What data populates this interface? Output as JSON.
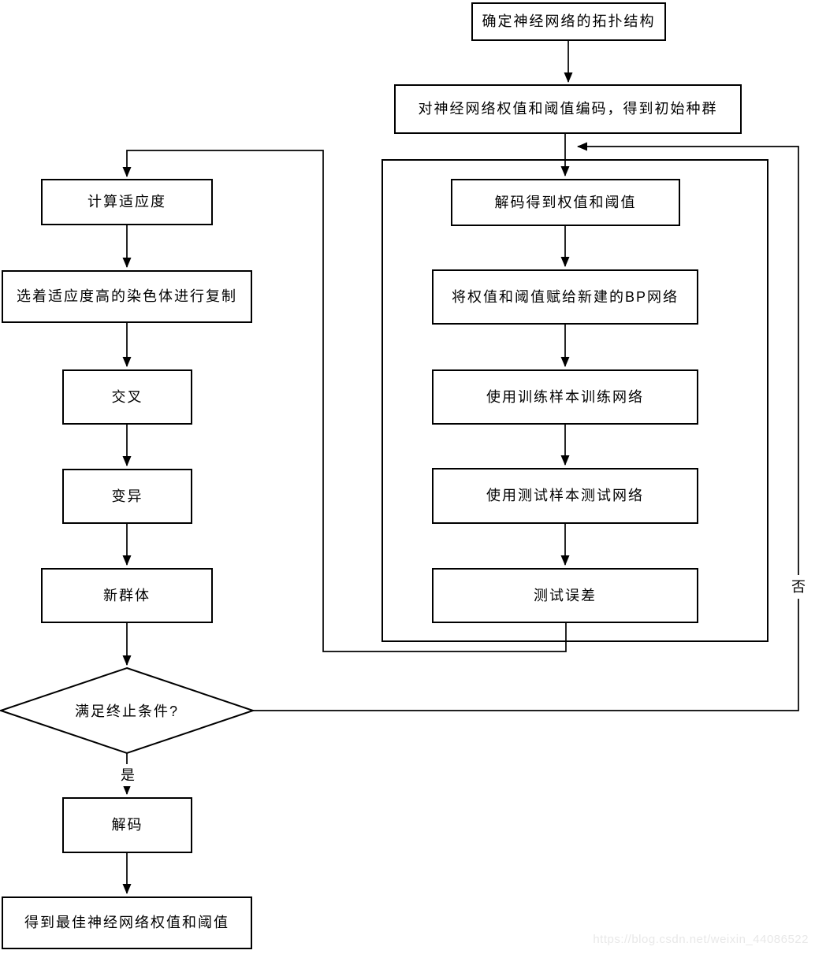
{
  "flowchart": {
    "nodes": {
      "topology": "确定神经网络的拓扑结构",
      "encode": "对神经网络权值和阈值编码，得到初始种群",
      "fitness": "计算适应度",
      "select": "选着适应度高的染色体进行复制",
      "crossover": "交叉",
      "mutation": "变异",
      "new_population": "新群体",
      "condition": "满足终止条件?",
      "decode": "解码",
      "best_result": "得到最佳神经网络权值和阈值",
      "decode_weights": "解码得到权值和阈值",
      "assign_bp": "将权值和阈值赋给新建的BP网络",
      "train": "使用训练样本训练网络",
      "test": "使用测试样本测试网络",
      "test_error": "测试误差"
    },
    "edge_labels": {
      "yes": "是",
      "no": "否"
    },
    "colors": {
      "line": "#000000",
      "fill": "#ffffff",
      "text": "#000000",
      "watermark": "#e8e8e8"
    },
    "watermark": "https://blog.csdn.net/weixin_44086522"
  }
}
